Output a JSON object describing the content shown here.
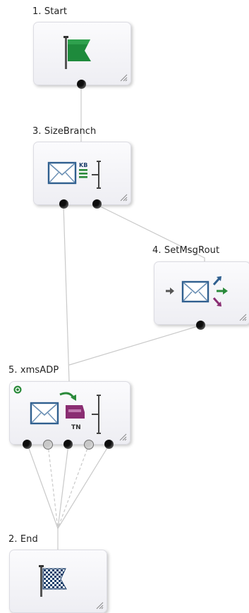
{
  "nodes": {
    "start": {
      "label": "1. Start",
      "icon": "green-flag-icon"
    },
    "size_branch": {
      "label": "3. SizeBranch",
      "icon": "envelope-kb-branch-icon",
      "badge": "KB"
    },
    "set_msg_rout": {
      "label": "4. SetMsgRout",
      "icon": "envelope-routing-icon"
    },
    "xms_adp": {
      "label": "5. xmsADP",
      "icon": "envelope-tn-branch-icon",
      "badge": "TN"
    },
    "end": {
      "label": "2. End",
      "icon": "checkered-flag-icon"
    }
  },
  "colors": {
    "flag_green": "#1e8a3c",
    "envelope_blue": "#2f5f8f",
    "tn_purple": "#8a2d72",
    "arrow_green": "#2a8a3a",
    "edge": "#c9c9c9"
  }
}
